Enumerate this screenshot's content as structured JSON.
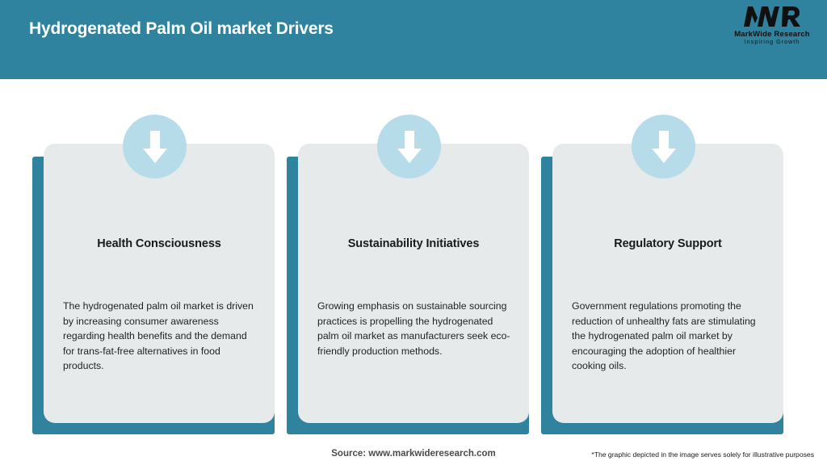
{
  "header": {
    "title": "Hydrogenated Palm Oil market Drivers",
    "background_color": "#2F839E",
    "title_color": "#FFFFFF"
  },
  "logo": {
    "mark": "MWR",
    "name": "MarkWide Research",
    "tagline": "Inspiring Growth"
  },
  "theme": {
    "accent_teal": "#2F839E",
    "card_background": "#E6EAEB",
    "badge_circle": "#B6DCEA",
    "arrow_color": "#FFFFFF"
  },
  "cards": [
    {
      "icon": "down-arrow-icon",
      "title": "Health Consciousness",
      "body": "The hydrogenated palm oil market is driven by increasing consumer awareness regarding health benefits and the demand for trans-fat-free alternatives in food products."
    },
    {
      "icon": "down-arrow-icon",
      "title": "Sustainability Initiatives",
      "body": "Growing emphasis on sustainable sourcing practices is propelling the hydrogenated palm oil market as manufacturers seek eco-friendly production methods."
    },
    {
      "icon": "down-arrow-icon",
      "title": "Regulatory Support",
      "body": "Government regulations promoting the reduction of unhealthy fats are stimulating the hydrogenated palm oil market by encouraging the adoption of healthier cooking oils."
    }
  ],
  "footer": {
    "source": "Source: www.markwideresearch.com",
    "note": "*The graphic depicted in the image serves solely for illustrative purposes"
  }
}
